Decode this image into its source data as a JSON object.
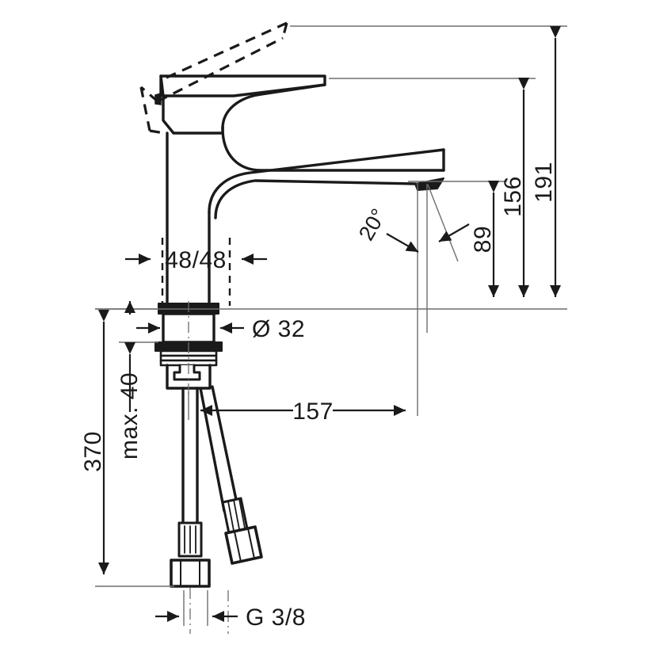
{
  "drawing": {
    "title": "Single lever basin mixer technical dimension drawing",
    "product": "basin-mixer-faucet",
    "line_color": "#1a1a1a",
    "thin_line_color": "#6e6e6e",
    "background": "#ffffff",
    "units": "mm"
  },
  "dimensions": {
    "total_height": "191",
    "height_to_lever_top": "156",
    "spout_height": "89",
    "spout_reach": "157",
    "base_width": "48/48",
    "base_diameter": "Ø 32",
    "max_thickness": "max. 40",
    "hose_length": "370",
    "thread": "G 3/8",
    "spray_angle": "20°"
  },
  "annotations": {
    "lever_open_position": "dashed-lever-outline",
    "centerline": "dash-dot-centerline"
  }
}
